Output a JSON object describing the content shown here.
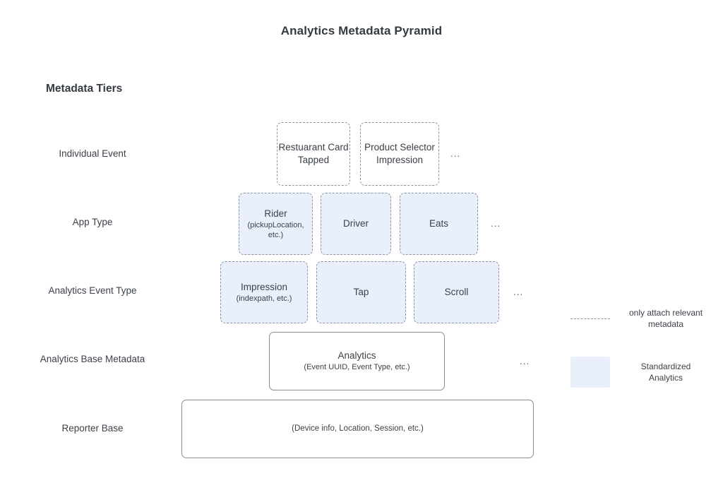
{
  "page": {
    "title": "Analytics Metadata Pyramid",
    "section_title": "Metadata Tiers",
    "ellipsis": "...",
    "colors": {
      "text": "#3c4149",
      "heading": "#343a40",
      "dashed_border": "#8b95a7",
      "solid_border": "#868e96",
      "standardized_fill": "#e9f0fb",
      "background": "#ffffff"
    }
  },
  "tiers": [
    {
      "label": "Individual Event",
      "style": "dashed-white",
      "has_ellipsis": true,
      "boxes": [
        {
          "title": "Restuarant Card Tapped",
          "sub": ""
        },
        {
          "title": "Product Selector Impression",
          "sub": ""
        }
      ]
    },
    {
      "label": "App Type",
      "style": "dashed-blue",
      "has_ellipsis": true,
      "boxes": [
        {
          "title": "Rider",
          "sub": "(pickupLocation, etc.)"
        },
        {
          "title": "Driver",
          "sub": ""
        },
        {
          "title": "Eats",
          "sub": ""
        }
      ]
    },
    {
      "label": "Analytics Event Type",
      "style": "dashed-blue",
      "has_ellipsis": true,
      "boxes": [
        {
          "title": "Impression",
          "sub": "(indexpath, etc.)"
        },
        {
          "title": "Tap",
          "sub": ""
        },
        {
          "title": "Scroll",
          "sub": ""
        }
      ]
    },
    {
      "label": "Analytics Base Metadata",
      "style": "solid-white",
      "has_ellipsis": true,
      "boxes": [
        {
          "title": "Analytics",
          "sub": "(Event UUID, Event Type, etc.)"
        }
      ]
    },
    {
      "label": "Reporter Base",
      "style": "solid-white",
      "has_ellipsis": false,
      "boxes": [
        {
          "title": "",
          "sub": "(Device info, Location, Session, etc.)"
        }
      ]
    }
  ],
  "legend": [
    {
      "marker": "dashed-line",
      "text": "only attach relevant metadata"
    },
    {
      "marker": "blue-swatch",
      "text": "Standardized Analytics"
    }
  ]
}
